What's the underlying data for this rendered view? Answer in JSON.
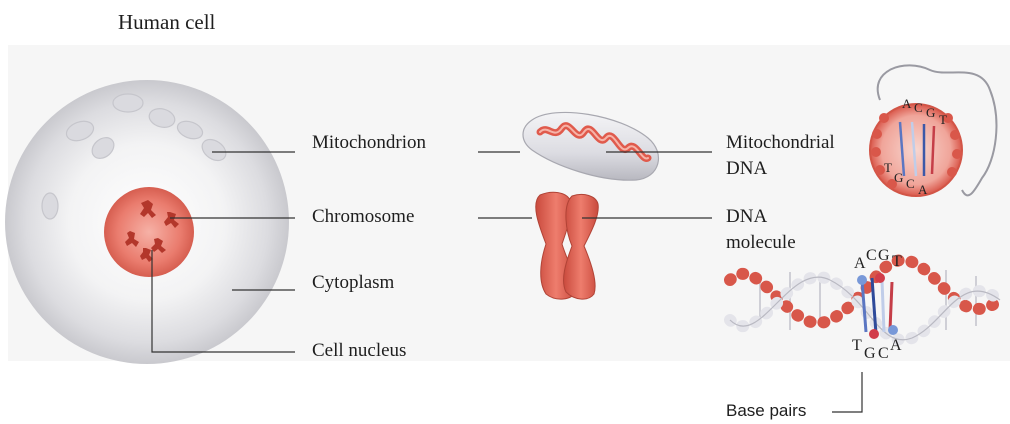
{
  "title": "Human cell",
  "labels": {
    "mitochondrion": "Mitochondrion",
    "chromosome": "Chromosome",
    "cytoplasm": "Cytoplasm",
    "cell_nucleus": "Cell nucleus",
    "mitochondrial_dna_line1": "Mitochondrial",
    "mitochondrial_dna_line2": "DNA",
    "dna_molecule_line1": "DNA",
    "dna_molecule_line2": "molecule",
    "base_pairs": "Base pairs"
  },
  "bases": {
    "circle_top": [
      "A",
      "C",
      "G",
      "T"
    ],
    "circle_bottom": [
      "T",
      "G",
      "C",
      "A"
    ],
    "helix_top": [
      "A",
      "C",
      "G",
      "T"
    ],
    "helix_bottom": [
      "T",
      "G",
      "C",
      "A"
    ]
  },
  "colors": {
    "cell_body": "#e4e4e6",
    "nucleus": "#e8786a",
    "chromosome": "#b83a2e",
    "mitochondrion": "#d9574a",
    "dna_red": "#d8574a",
    "dna_white": "#e9e9ee",
    "dna_blue": "#6f8fd0"
  }
}
